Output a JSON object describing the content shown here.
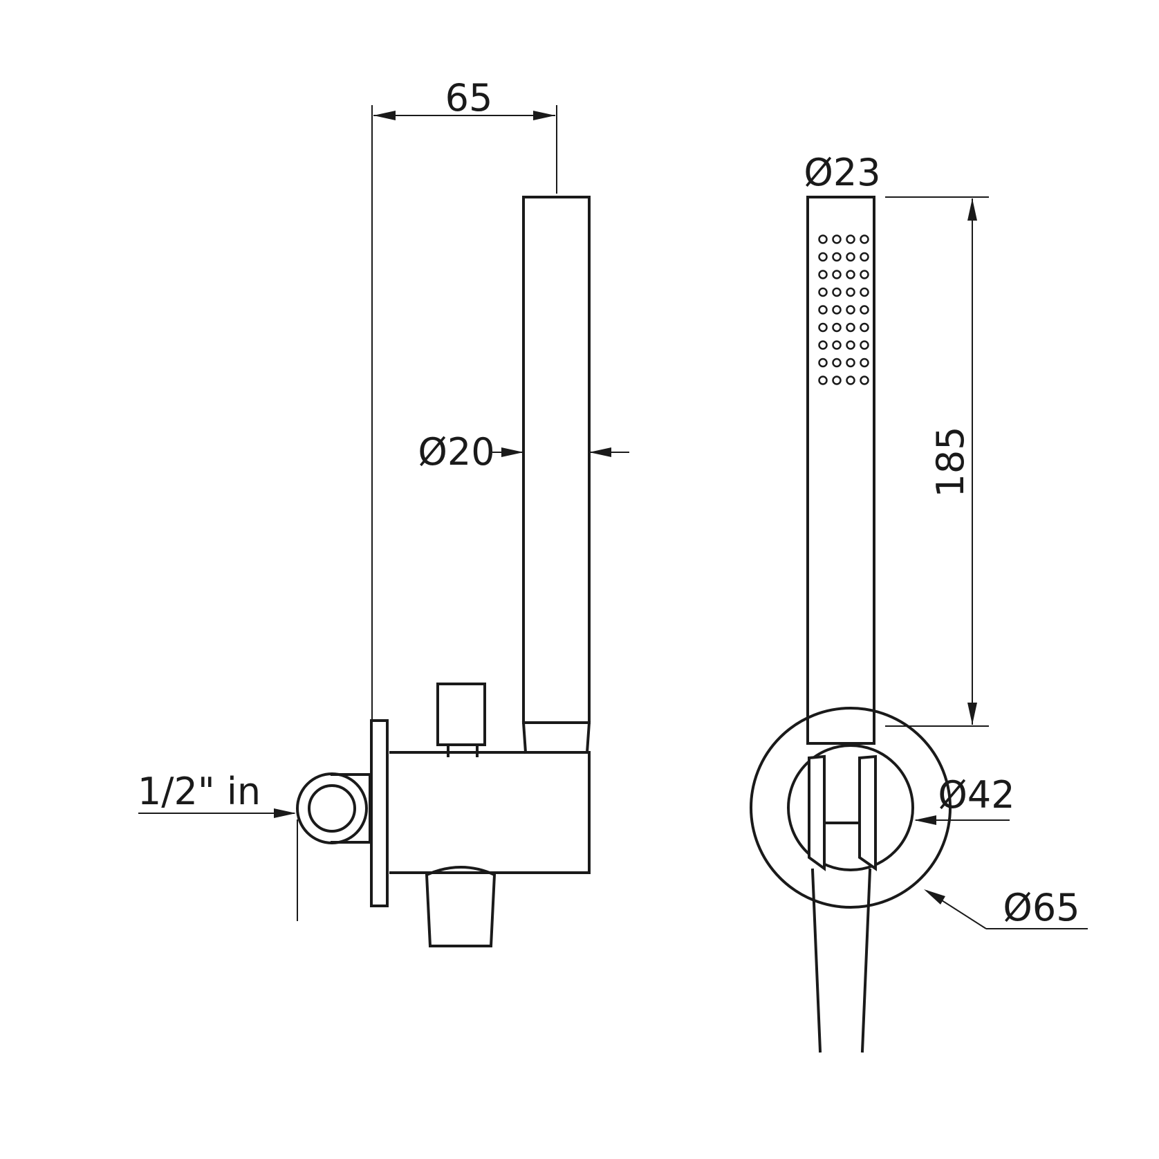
{
  "labels": {
    "width_65": "65",
    "dia_20": "Ø20",
    "dia_23": "Ø23",
    "length_185": "185",
    "inlet": "1/2\" in",
    "dia_42": "Ø42",
    "dia_65": "Ø65"
  },
  "nozzles": {
    "rows": 9,
    "cols": 4
  }
}
